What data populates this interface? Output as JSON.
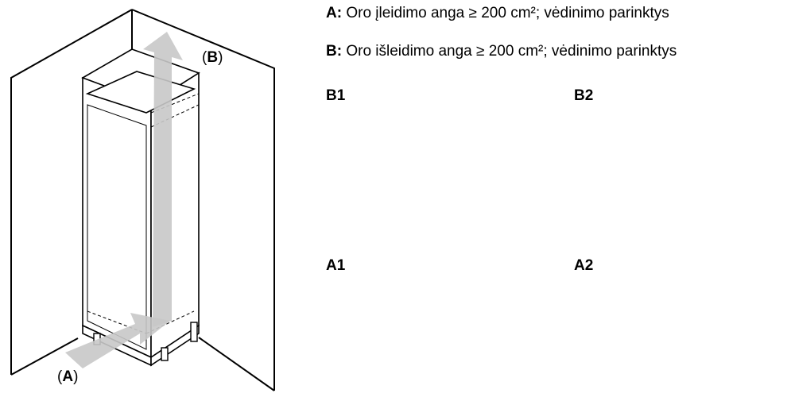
{
  "legend": [
    {
      "key": "A:",
      "text": " Oro įleidimo anga ≥ 200 cm²; vėdinimo parinktys"
    },
    {
      "key": "B:",
      "text": " Oro išleidimo anga ≥ 200 cm²; vėdinimo parinktys"
    }
  ],
  "callouts": {
    "b": {
      "open": "(",
      "letter": "B",
      "close": ")"
    },
    "a": {
      "open": "(",
      "letter": "A",
      "close": ")"
    }
  },
  "panels": {
    "b1": "B1",
    "b2": "B2",
    "a1": "A1",
    "a2": "A2"
  },
  "colors": {
    "arrow": "#c8c8c8",
    "line": "#000000",
    "cabinet_fill": "#ffffff"
  }
}
